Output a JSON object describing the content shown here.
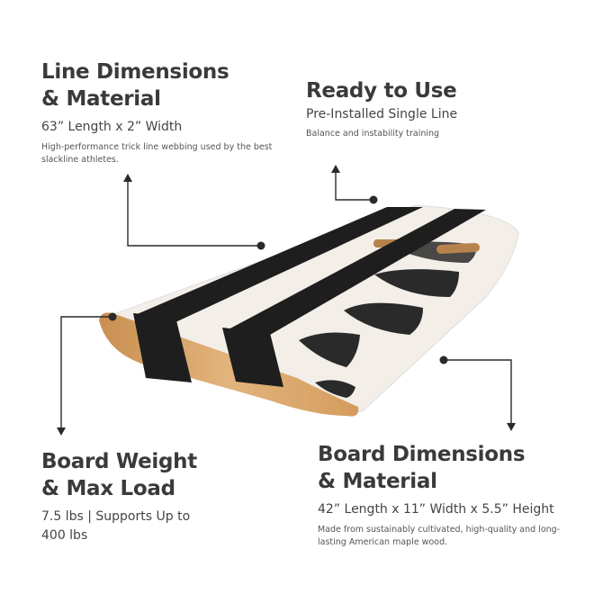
{
  "callouts": [
    {
      "title_line1": "Line Dimensions",
      "title_line2": "& Material",
      "subtitle": "63” Length x 2” Width",
      "description": "High-performance trick line webbing used by the best slackline athletes."
    },
    {
      "title_line1": "Ready to Use",
      "subtitle": "Pre-Installed Single Line",
      "description": "Balance and instability training"
    },
    {
      "title_line1": "Board Weight",
      "title_line2": "& Max Load",
      "subtitle": "7.5 lbs | Supports Up to 400 lbs"
    },
    {
      "title_line1": "Board Dimensions",
      "title_line2": "& Material",
      "subtitle": "42” Length x 11” Width x 5.5” Height",
      "description": "Made from sustainably cultivated, high-quality and long-lasting American maple wood."
    }
  ],
  "colors": {
    "wood": "#d9a56a",
    "strap": "#1e1e1e",
    "board_top": "#f3eee8",
    "text": "#3a3a3a"
  }
}
